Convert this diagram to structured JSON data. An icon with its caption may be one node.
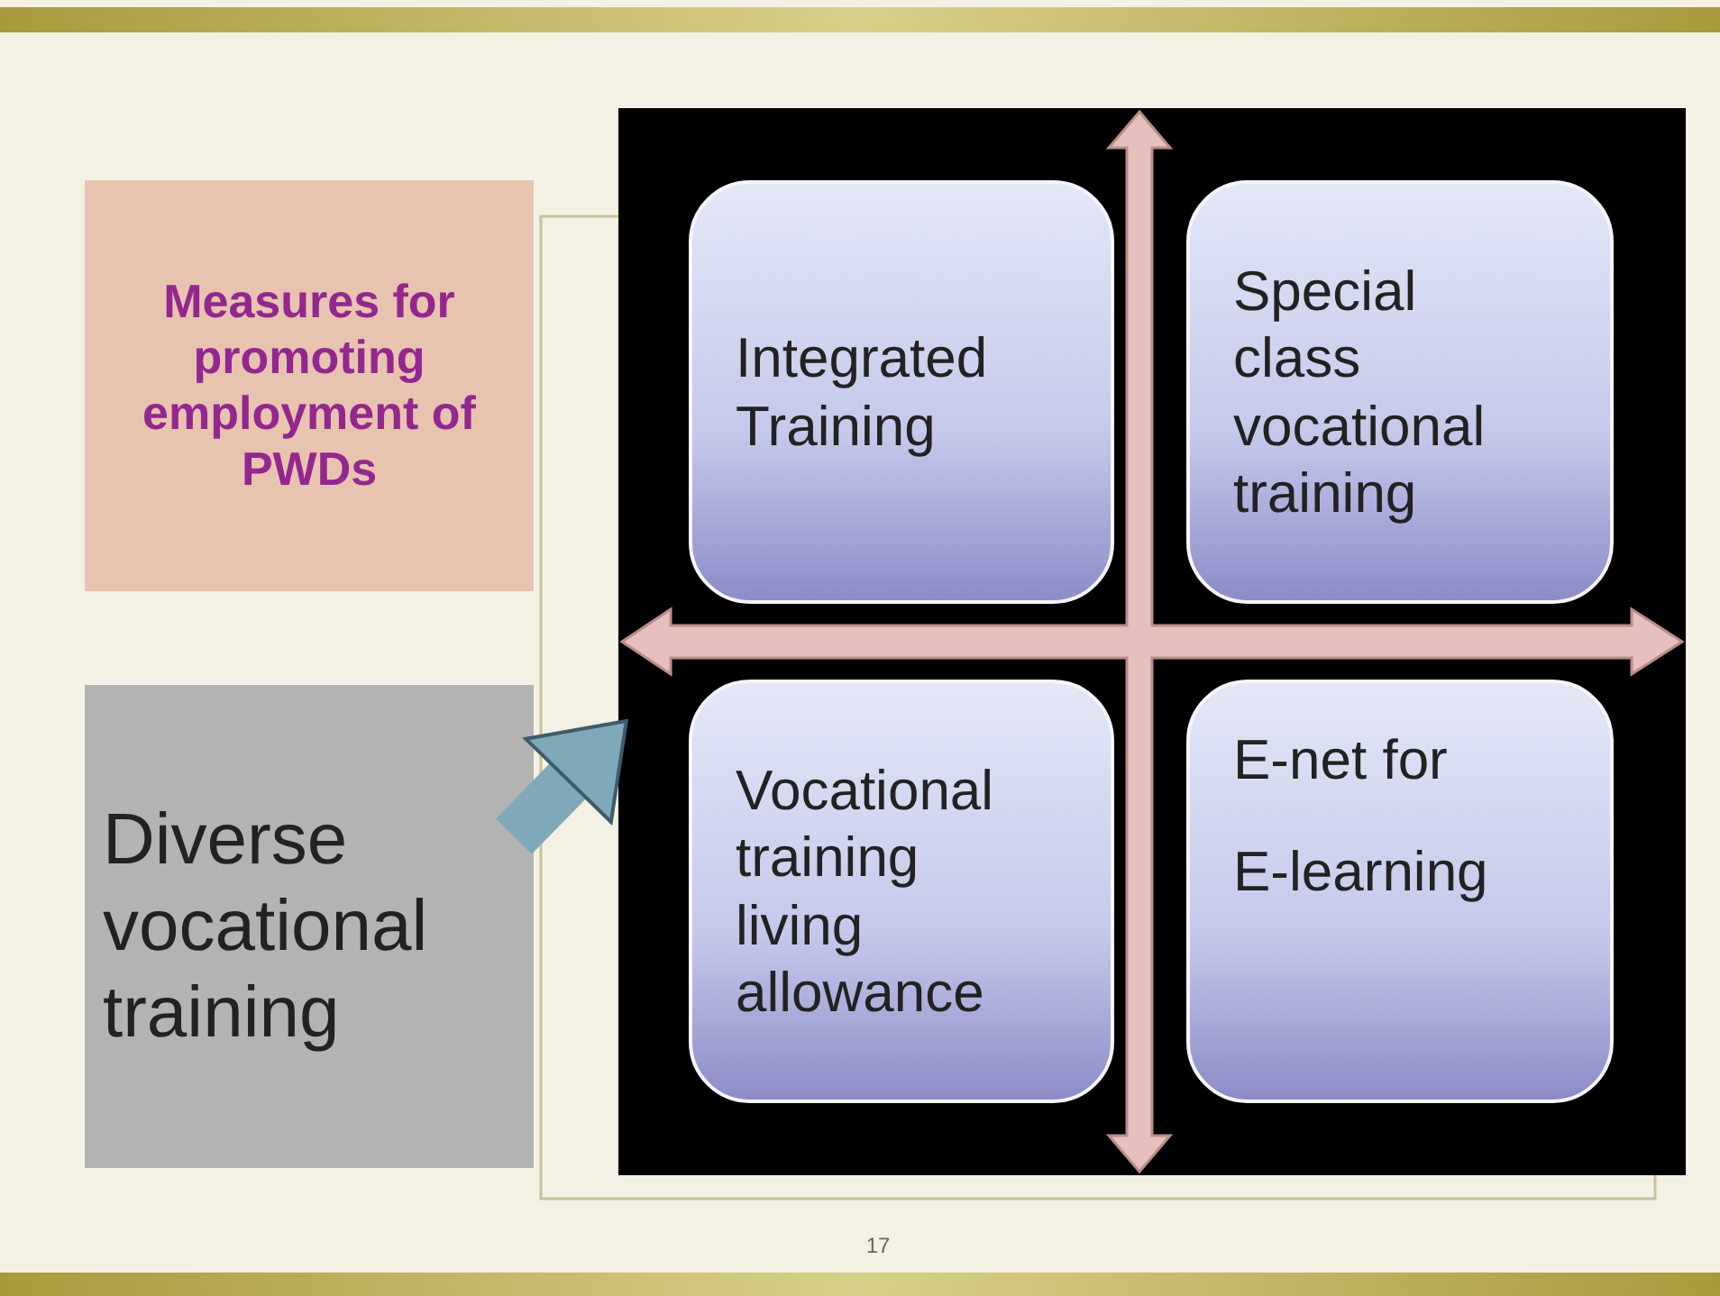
{
  "diagram": {
    "nodes": [
      {
        "text": [
          "Measures for promoting employment of PWDs"
        ]
      },
      {
        "text": [
          "Diverse vocational training"
        ]
      },
      {
        "text": [],
        "shape": "box"
      },
      {
        "text": [
          "Integrated Training"
        ],
        "in": 2
      },
      {
        "text": [
          "Special class vocational training"
        ],
        "in": 2
      },
      {
        "text": [
          "Vocational training living allowance"
        ],
        "in": 2
      },
      {
        "text": [
          "E-net for E-learning"
        ],
        "in": 2
      }
    ],
    "edges": [
      {
        "from": 1,
        "to": 2,
        "arrow": "to"
      }
    ],
    "labels": [
      "17"
    ]
  }
}
